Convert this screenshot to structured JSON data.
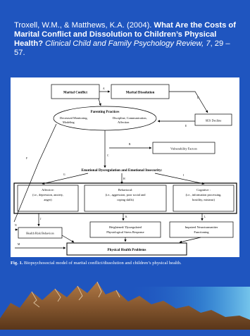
{
  "citation": {
    "authors": "Troxell, W.M., & Matthews, K.A. (2004).",
    "title": "What Are the Costs of Marital Conflict and Dissolution to Children’s Physical Health?",
    "journal": "Clinical Child and Family Psychology Review,",
    "volume": "7",
    "pages": ", 29 – 57."
  },
  "diagram": {
    "nodes": {
      "marital_conflict": "Marital Conflict",
      "marital_dissolution": "Marital Dissolution",
      "parenting_practices": "Parenting Practices",
      "parenting_left": [
        "Decreased Monitoring,",
        "Modeling"
      ],
      "parenting_right": [
        "Discipline, Communication,",
        "Affection"
      ],
      "ses_decline": "SES Decline",
      "vulnerability": "Vulnerability Factors",
      "emotional": "Emotional Dysregulation and Emotional Insecurity:",
      "affective": [
        "Affective:",
        "(i.e., depression, anxiety,",
        "anger)"
      ],
      "behavioral": [
        "Behavioral:",
        "(i.e., aggression, poor social and",
        "coping skills)"
      ],
      "cognitive": [
        "Cognitive :",
        "(i.e., information processing,",
        "hostility, mistrust)"
      ],
      "health_risk": "Health Risk Behaviors",
      "stress": [
        "Heightened/ Dysregulated",
        "Physiological Stress Response"
      ],
      "neuro": [
        "Impaired Neurotransmitter",
        "Functioning"
      ],
      "physical": "Physical Health Problems"
    },
    "edge_labels": {
      "A": "A",
      "B": "B",
      "C": "C",
      "D": "D",
      "E": "E",
      "F": "F",
      "G": "G",
      "H": "H",
      "I": "I",
      "J": "J",
      "K": "K",
      "L": "L",
      "M": "M",
      "N": "N"
    }
  },
  "caption": {
    "label": "Fig. 1.",
    "text": " Biopsychosocial model of marital conflict/dissolution and children’s physical health."
  },
  "colors": {
    "background": "#1f55bf",
    "figure": "#ffffff",
    "mountain": "#8a5a2e",
    "sky_glow": "#4bb6e6"
  }
}
